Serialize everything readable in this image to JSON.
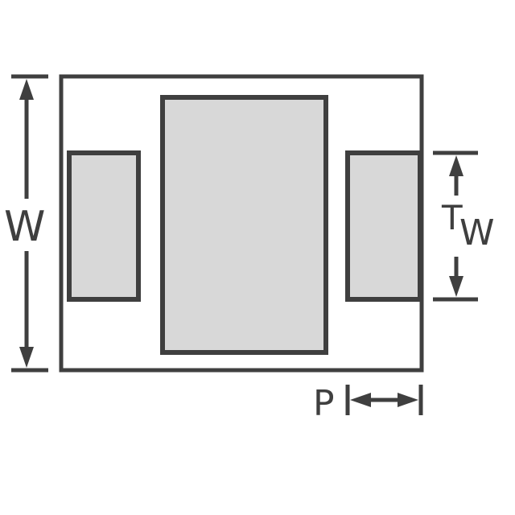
{
  "diagram": {
    "type": "component-land-pattern",
    "labels": {
      "overall_width": "W",
      "terminal_t": "T",
      "terminal_w_sub": "W",
      "pitch": "P"
    },
    "colors": {
      "stroke": "#3f3f3f",
      "pad_fill": "#d8d8d8",
      "background": "#ffffff"
    }
  }
}
